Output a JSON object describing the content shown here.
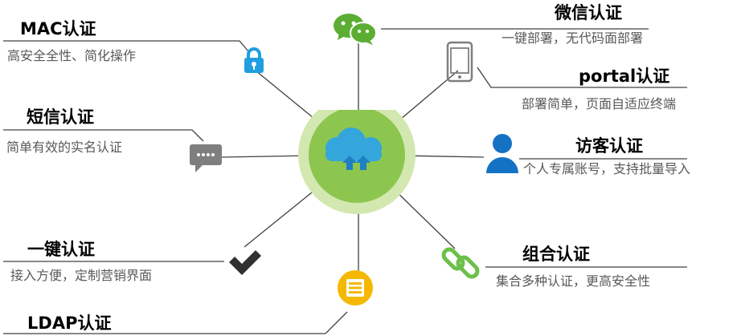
{
  "hub": {
    "icon": "cloud-upload-icon"
  },
  "items": {
    "mac": {
      "title": "MAC认证",
      "desc": "高安全全性、简化操作",
      "icon": "lock-icon"
    },
    "wechat": {
      "title": "微信认证",
      "desc": "一键部署，无代码面部署",
      "icon": "wechat-icon"
    },
    "portal": {
      "title": "portal认证",
      "desc": "部署简单，页面自适应终端",
      "icon": "mobile-phone-icon"
    },
    "sms": {
      "title": "短信认证",
      "desc": "简单有效的实名认证",
      "icon": "sms-chat-icon"
    },
    "guest": {
      "title": "访客认证",
      "desc": "个人专属账号，支持批量导入",
      "icon": "user-icon"
    },
    "onekey": {
      "title": "一键认证",
      "desc": "接入方便，定制营销界面",
      "icon": "checkmark-icon"
    },
    "combo": {
      "title": "组合认证",
      "desc": "集合多种认证，更高安全性",
      "icon": "chain-link-icon"
    },
    "ldap": {
      "title": "LDAP认证",
      "desc": "",
      "icon": "list-icon"
    }
  },
  "colors": {
    "hub_outer": "#d3e8b0",
    "hub_inner": "#8cc64f",
    "cloud": "#34a6dc",
    "lock": "#1f9fe0",
    "wechat": "#5cae33",
    "link": "#6cc04a",
    "list": "#f5b800",
    "guest": "#1372c4",
    "gray_icon": "#7f7f7f",
    "dark_icon": "#303030"
  }
}
